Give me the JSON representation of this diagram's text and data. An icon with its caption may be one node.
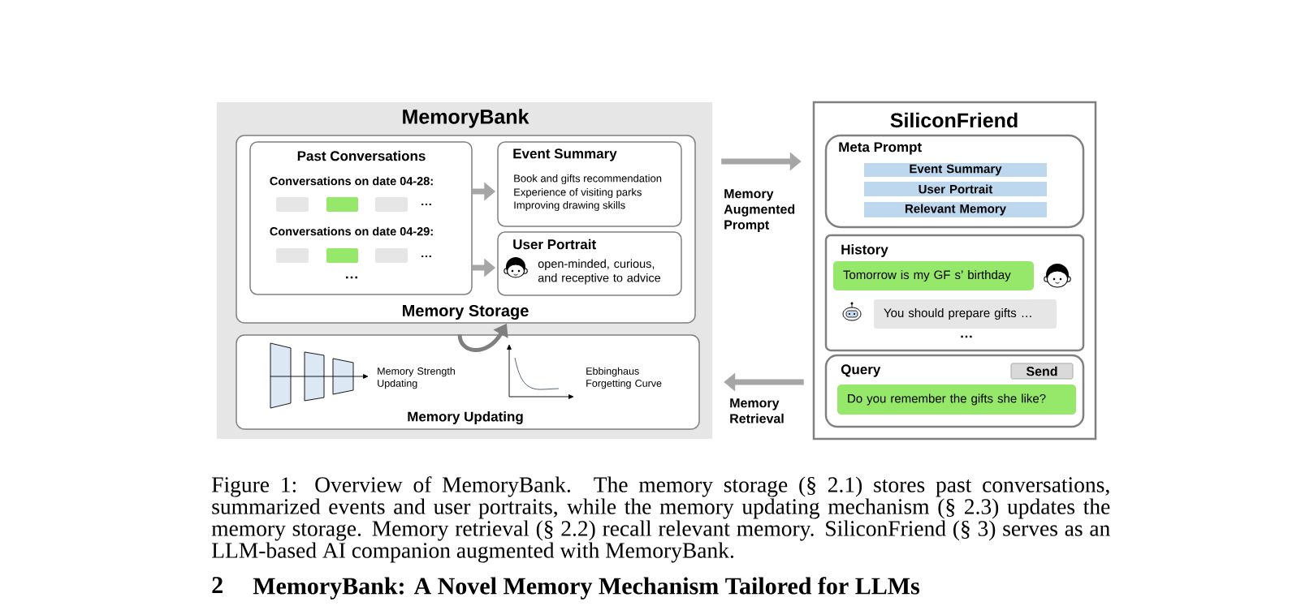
{
  "diagram": {
    "nodes": [
      {
        "text": [
          "MemoryBank"
        ]
      },
      {
        "text": [
          "Memory Storage"
        ],
        "in": 0
      },
      {
        "text": [
          "Past Conversations",
          "Conversations on date 04-28:",
          "…",
          "Conversations on date 04-29:",
          "…",
          "…"
        ],
        "in": 1
      },
      {
        "text": [
          "Event Summary",
          "Book and gifts recommendation",
          "Experience of visiting parks",
          "Improving drawing skills"
        ],
        "in": 1
      },
      {
        "text": [
          "User Portrait",
          "open-minded, curious, and receptive to advice"
        ],
        "in": 1
      },
      {
        "text": [
          "Memory Strength Updating",
          "Ebbinghaus Forgetting Curve",
          "Memory Updating"
        ],
        "in": 0
      },
      {
        "text": [
          "SiliconFriend"
        ]
      },
      {
        "text": [
          "Meta Prompt"
        ],
        "in": 6
      },
      {
        "text": [
          "Event Summary"
        ],
        "in": 7
      },
      {
        "text": [
          "User Portrait"
        ],
        "in": 7
      },
      {
        "text": [
          "Relevant Memory"
        ],
        "in": 7
      },
      {
        "text": [
          "History",
          "…"
        ],
        "in": 6
      },
      {
        "text": [
          "Tomorrow is my GF s’ birthday"
        ],
        "in": 11
      },
      {
        "text": [
          "You should prepare gifts …"
        ],
        "in": 11
      },
      {
        "text": [
          "Query"
        ],
        "in": 6
      },
      {
        "text": [
          "Send"
        ],
        "in": 14
      },
      {
        "text": [
          "Do you remember the gifts she like?"
        ],
        "in": 14
      }
    ],
    "edges": [
      {
        "from": 2,
        "to": 3,
        "arrow": "to"
      },
      {
        "from": 2,
        "to": 4,
        "arrow": "to"
      },
      {
        "from": 0,
        "to": 6,
        "arrow": "to",
        "label": "Memory Augmented Prompt"
      },
      {
        "from": 6,
        "to": 0,
        "arrow": "to",
        "label": "Memory Retrieval"
      },
      {
        "from": 5,
        "to": 1,
        "arrow": "to",
        "color": "#7f7f7f"
      }
    ],
    "labels": [
      "2",
      "MemoryBank: A Novel Memory Mechanism Tailored for LLMs"
    ],
    "caption": "Figure 1: Overview of MemoryBank. The memory storage (§ 2.1) stores past conversations, summarized events and user portraits, while the memory updating mechanism (§ 2.3) updates the memory storage. Memory retrieval (§ 2.2) recall relevant memory. SiliconFriend (§ 3) serves as an LLM-based AI companion augmented with MemoryBank."
  }
}
